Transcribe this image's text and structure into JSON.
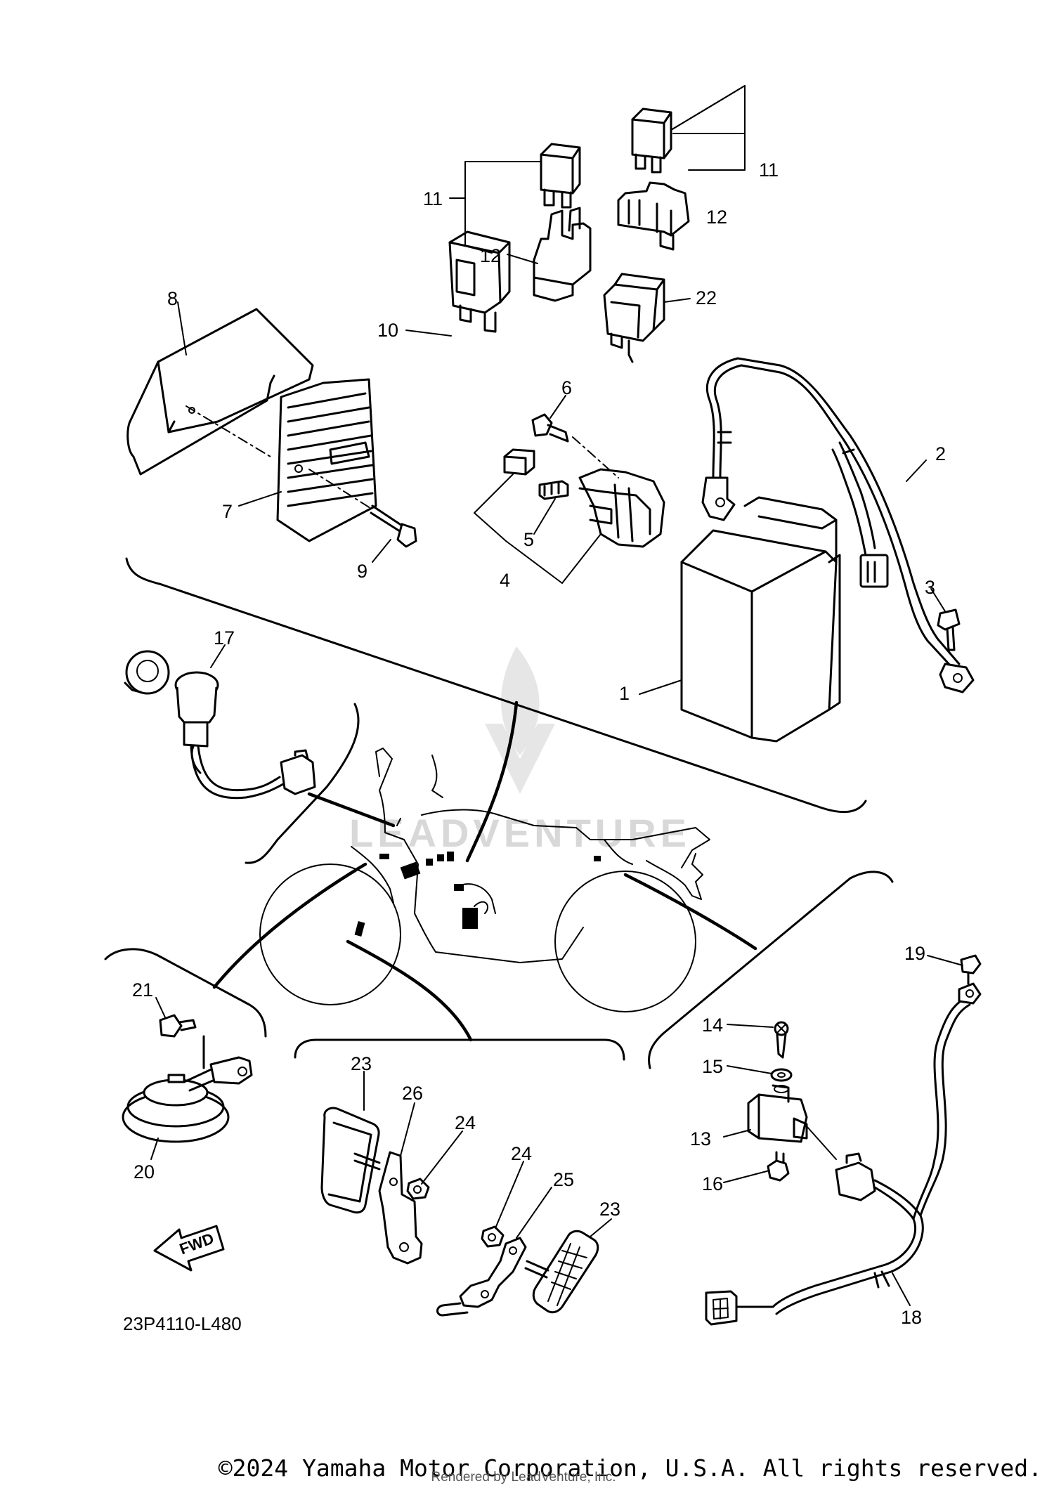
{
  "diagram_code": "23P4110-L480",
  "fwd_label": "FWD",
  "watermark": "LEADVENTURE",
  "copyright": "©2024 Yamaha Motor Corporation, U.S.A. All rights reserved.",
  "rendered_by": "Rendered by LeadVenture, Inc.",
  "callouts": [
    {
      "id": "callout-1",
      "label": "1"
    },
    {
      "id": "callout-2",
      "label": "2"
    },
    {
      "id": "callout-3",
      "label": "3"
    },
    {
      "id": "callout-4",
      "label": "4"
    },
    {
      "id": "callout-5",
      "label": "5"
    },
    {
      "id": "callout-6",
      "label": "6"
    },
    {
      "id": "callout-7",
      "label": "7"
    },
    {
      "id": "callout-8",
      "label": "8"
    },
    {
      "id": "callout-9",
      "label": "9"
    },
    {
      "id": "callout-10",
      "label": "10"
    },
    {
      "id": "callout-11a",
      "label": "11"
    },
    {
      "id": "callout-11b",
      "label": "11"
    },
    {
      "id": "callout-12a",
      "label": "12"
    },
    {
      "id": "callout-12b",
      "label": "12"
    },
    {
      "id": "callout-13",
      "label": "13"
    },
    {
      "id": "callout-14",
      "label": "14"
    },
    {
      "id": "callout-15",
      "label": "15"
    },
    {
      "id": "callout-16",
      "label": "16"
    },
    {
      "id": "callout-17",
      "label": "17"
    },
    {
      "id": "callout-18",
      "label": "18"
    },
    {
      "id": "callout-19",
      "label": "19"
    },
    {
      "id": "callout-20",
      "label": "20"
    },
    {
      "id": "callout-21",
      "label": "21"
    },
    {
      "id": "callout-22",
      "label": "22"
    },
    {
      "id": "callout-23a",
      "label": "23"
    },
    {
      "id": "callout-23b",
      "label": "23"
    },
    {
      "id": "callout-24a",
      "label": "24"
    },
    {
      "id": "callout-24b",
      "label": "24"
    },
    {
      "id": "callout-25",
      "label": "25"
    },
    {
      "id": "callout-26",
      "label": "26"
    }
  ]
}
